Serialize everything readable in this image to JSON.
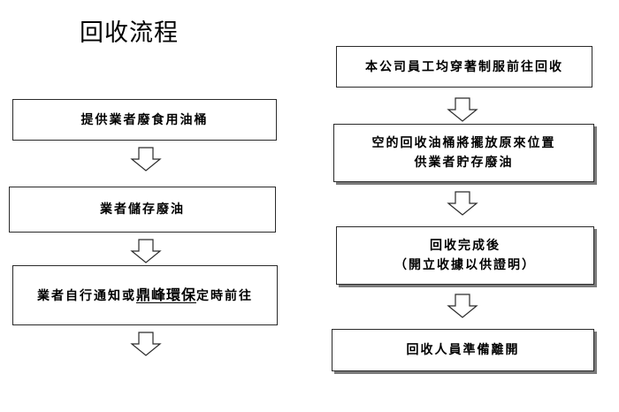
{
  "title": "回收流程",
  "left_steps": [
    {
      "text": "提供業者廢食用油桶"
    },
    {
      "text": "業者儲存廢油"
    },
    {
      "prefix": "業者自行通知或",
      "brand": "鼎峰環保",
      "suffix": "定時前往"
    }
  ],
  "right_steps": [
    {
      "text": "本公司員工均穿著制服前往回收"
    },
    {
      "line1": "空的回收油桶將擺放原來位置",
      "line2": "供業者貯存廢油"
    },
    {
      "line1": "回收完成後",
      "line2": "（開立收據以供證明）"
    },
    {
      "text": "回收人員準備離開"
    }
  ],
  "icons": {
    "flow_arrow": "down-arrow-icon"
  },
  "colors": {
    "border": "#2a2a2a",
    "shadow": "#7a7a7a",
    "background": "#ffffff",
    "text": "#000000"
  }
}
